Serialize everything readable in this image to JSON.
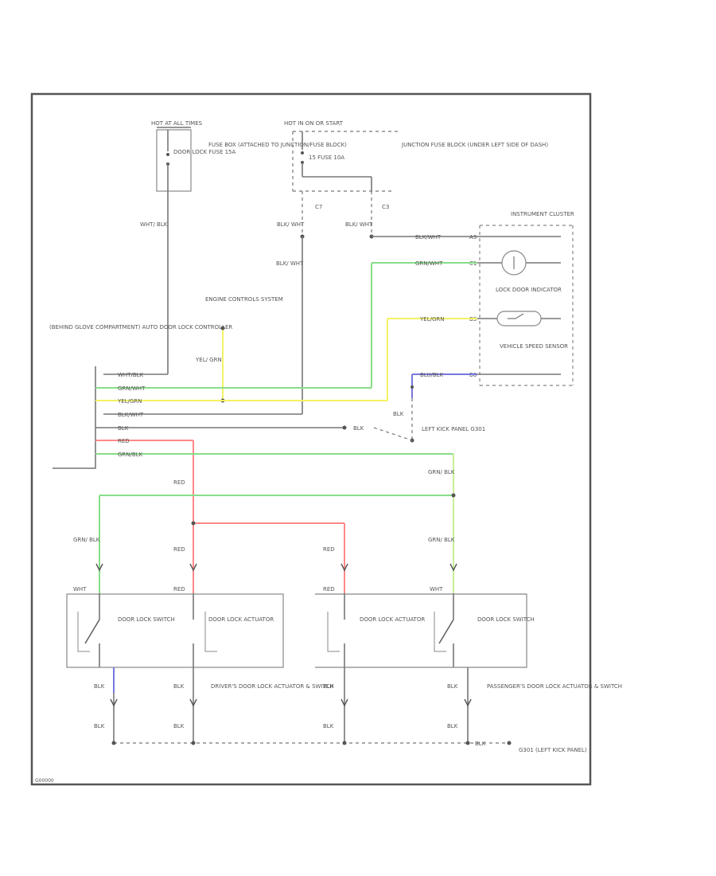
{
  "colors": {
    "wire_gray": "#777777",
    "wire_green": "#88dd88",
    "wire_yellow": "#f2f264",
    "wire_red": "#ff8888",
    "wire_blue": "#7777dd",
    "wire_greenyellow": "#c8ef9a"
  },
  "labels": {
    "hot_at_all_times": "HOT AT ALL TIMES",
    "fuse_box_label": "FUSE BOX (ATTACHED TO JUNCTION/FUSE BLOCK)",
    "door_lock_fuse": "DOOR LOCK FUSE 15A",
    "hot_in_on": "HOT IN ON OR START",
    "fuse_15_label": "15 FUSE 10A",
    "junction_block": "JUNCTION FUSE BLOCK (UNDER LEFT SIDE OF DASH)",
    "conn_c7": "C7",
    "conn_c3": "C3",
    "instrument_cluster": "INSTRUMENT CLUSTER",
    "lock_door_indicator": "LOCK DOOR INDICATOR",
    "vehicle_speed_sensor": "VEHICLE SPEED SENSOR",
    "engine_controls": "ENGINE CONTROLS SYSTEM",
    "controller_label": "(BEHIND GLOVE COMPARTMENT) AUTO DOOR LOCK CONTROLLER",
    "wht_blk_1": "WHT/ BLK",
    "blk_wht_1": "BLK/ WHT",
    "blk_wht_2": "BLK/ WHT",
    "blk_wht_3": "BLK/ WHT",
    "yel_grn": "YEL/ GRN",
    "wire_whtblk": "WHT/BLK",
    "wire_grnwht": "GRN/WHT",
    "wire_yelgrn": "YEL/GRN",
    "wire_blkwht": "BLK/WHT",
    "wire_blk": "BLK",
    "wire_red": "RED",
    "wire_grnblk": "GRN/BLK",
    "ic_blkwht": "BLK/WHT",
    "ic_grnwht": "GRN/WHT",
    "ic_yelgrn": "YEL/GRN",
    "ic_blublk": "BLU/BLK",
    "pin_a3": "A3",
    "pin_c1": "C1",
    "pin_b3": "B3",
    "pin_b6": "B6",
    "blk_lower": "BLK",
    "blk_right": "BLK",
    "left_kick_panel": "LEFT KICK PANEL G301",
    "red_a": "RED",
    "grn_blk_a": "GRN/ BLK",
    "grn_blk_b": "GRN/ BLK",
    "red_b": "RED",
    "red_c": "RED",
    "grn_blk_c": "GRN/ BLK",
    "wht_l": "WHT",
    "red_l": "RED",
    "red_r": "RED",
    "wht_r": "WHT",
    "door_lock_switch_l": "DOOR LOCK SWITCH",
    "door_lock_actuator_l": "DOOR LOCK ACTUATOR",
    "door_lock_actuator_r": "DOOR LOCK ACTUATOR",
    "door_lock_switch_r": "DOOR LOCK SWITCH",
    "blk_1a": "BLK",
    "blk_2a": "BLK",
    "blk_3a": "BLK",
    "blk_4a": "BLK",
    "drivers_door": "DRIVER'S DOOR LOCK ACTUATOR & SWITCH",
    "passengers_door": "PASSENGER'S DOOR LOCK ACTUATOR & SWITCH",
    "blk_1b": "BLK",
    "blk_2b": "BLK",
    "blk_3b": "BLK",
    "blk_4b": "BLK",
    "blk_bottom": "BLK",
    "g301_bottom": "G301 (LEFT KICK PANEL)",
    "figure_id": "G00000"
  }
}
